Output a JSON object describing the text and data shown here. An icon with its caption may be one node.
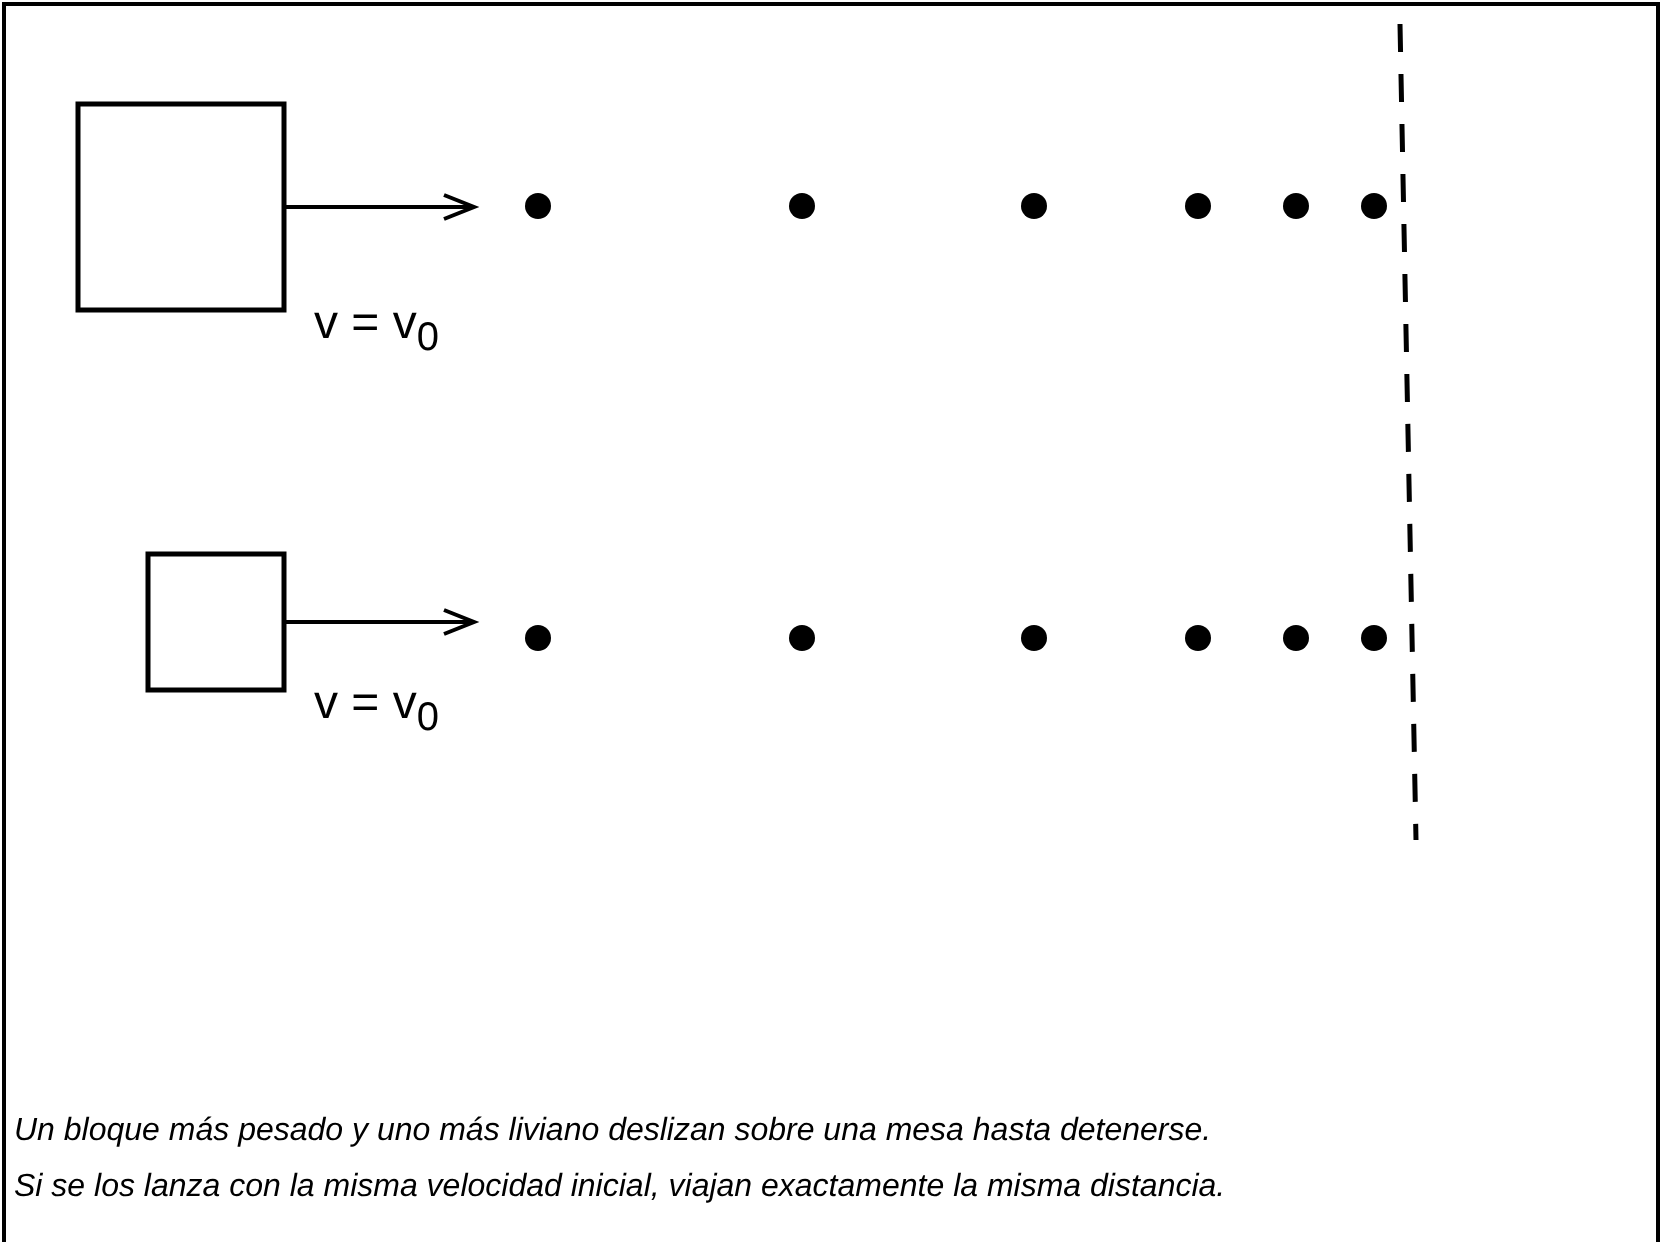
{
  "diagram": {
    "nodes": [
      {
        "text": [],
        "shape": "box",
        "beside": [
          "v = v$_{0}$"
        ]
      },
      {
        "text": [],
        "shape": "circle"
      },
      {
        "text": [],
        "shape": "circle"
      },
      {
        "text": [],
        "shape": "circle"
      },
      {
        "text": [],
        "shape": "circle"
      },
      {
        "text": [],
        "shape": "circle"
      },
      {
        "text": [],
        "shape": "circle"
      },
      {
        "text": [],
        "shape": "box",
        "beside": [
          "v = v$_{0}$"
        ]
      },
      {
        "text": [],
        "shape": "circle"
      },
      {
        "text": [],
        "shape": "circle"
      },
      {
        "text": [],
        "shape": "circle"
      },
      {
        "text": [],
        "shape": "circle"
      },
      {
        "text": [],
        "shape": "circle"
      },
      {
        "text": [],
        "shape": "circle"
      }
    ],
    "labels": [
      "Un bloque más pesado y uno más liviano deslizan sobre una mesa hasta detenerse.",
      "Si se los lanza con la misma velocidad inicial, viajan exactamente la misma distancia."
    ]
  }
}
